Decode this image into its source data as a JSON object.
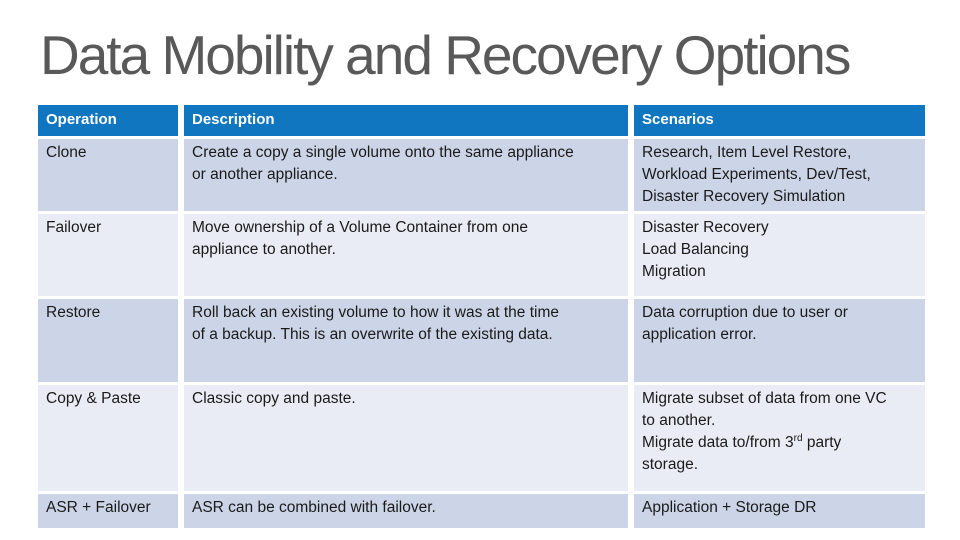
{
  "colors": {
    "header_bg": "#0f76bf",
    "header_text": "#ffffff",
    "row_dark_bg": "#ccd5e7",
    "row_light_bg": "#e9ecf4",
    "body_text": "#1a1a1a",
    "title_text": "#595959"
  },
  "title": "Data Mobility and Recovery Options",
  "table": {
    "headers": [
      "Operation",
      "Description",
      "Scenarios"
    ],
    "rows": [
      {
        "operation": "Clone",
        "description": "Create a copy a single volume onto the same appliance\nor another appliance.",
        "scenarios": "Research, Item Level Restore,\nWorkload Experiments, Dev/Test,\nDisaster Recovery Simulation"
      },
      {
        "operation": "Failover",
        "description": "Move ownership of a Volume Container from one\nappliance to another.",
        "scenarios": "Disaster Recovery\nLoad Balancing\nMigration"
      },
      {
        "operation": "Restore",
        "description": "Roll back an existing volume to how it was at the time\nof a backup. This is an overwrite of the existing data.",
        "scenarios": "Data corruption due to user or\napplication error."
      },
      {
        "operation": "Copy & Paste",
        "description": "Classic copy and paste.",
        "scenarios_before": "Migrate subset of data from one VC\nto another.\nMigrate data to/from 3",
        "scenarios_sup": "rd",
        "scenarios_after": " party\nstorage."
      },
      {
        "operation": "ASR + Failover",
        "description": "ASR can be combined with failover.",
        "scenarios": "Application + Storage DR"
      }
    ]
  }
}
